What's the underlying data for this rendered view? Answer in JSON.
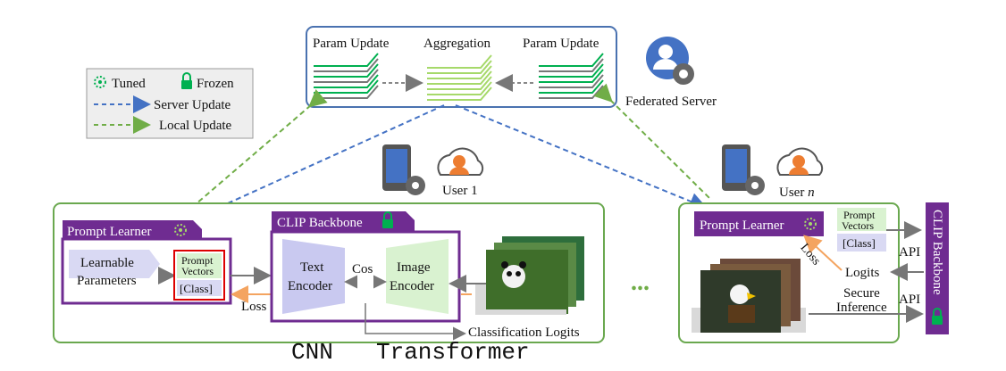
{
  "legend": {
    "tuned": "Tuned",
    "frozen": "Frozen",
    "server_update": "Server Update",
    "local_update": "Local Update"
  },
  "server": {
    "param_update_left": "Param Update",
    "aggregation": "Aggregation",
    "param_update_right": "Param Update",
    "label": "Federated Server"
  },
  "client1": {
    "user_label": "User 1",
    "prompt_learner": "Prompt Learner",
    "learnable_line1": "Learnable",
    "learnable_line2": "Parameters",
    "prompt_line1": "Prompt",
    "prompt_line2": "Vectors",
    "class_token": "[Class]",
    "loss": "Loss",
    "clip_backbone": "CLIP Backbone",
    "text_enc_line1": "Text",
    "text_enc_line2": "Encoder",
    "cos": "Cos",
    "image_enc_line1": "Image",
    "image_enc_line2": "Encoder",
    "class_logits": "Classification Logits"
  },
  "dots": "...",
  "clientn": {
    "user_label_prefix": "User ",
    "user_label_n": "n",
    "prompt_learner": "Prompt Learner",
    "prompt_line1": "Prompt",
    "prompt_line2": "Vectors",
    "class_token": "[Class]",
    "loss": "Loss",
    "logits": "Logits",
    "secure_line1": "Secure",
    "secure_line2": "Inference",
    "api1": "API",
    "api2": "API",
    "clip_backbone": "CLIP Backbone"
  },
  "bottom": {
    "cnn": "CNN",
    "transformer": "Transformer"
  },
  "colors": {
    "purple": "#6f2c91",
    "green_border": "#6aa84f",
    "server_border": "#4a72b0",
    "blue_dash": "#4472c4",
    "green_dash": "#70ad47",
    "orange": "#f4a460",
    "tuned_green": "#00b050",
    "user_orange": "#ed7d31"
  }
}
